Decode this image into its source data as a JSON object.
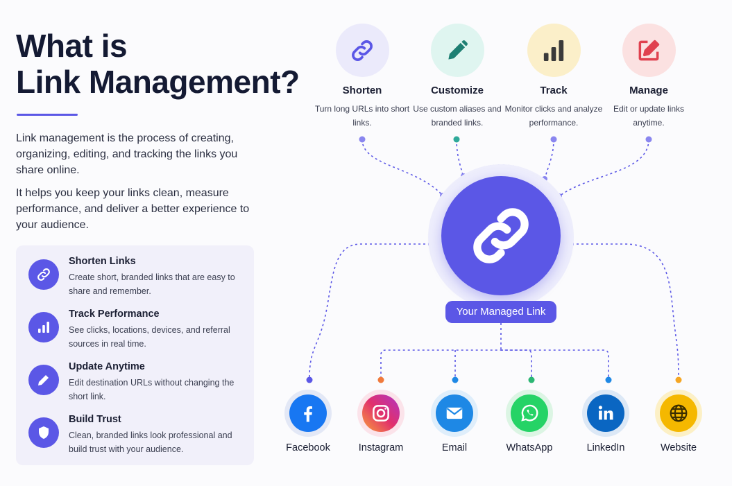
{
  "header": {
    "title_line1": "What is",
    "title_line2": "Link Management?"
  },
  "intro": {
    "paragraph1": "Link management is the process of creating, organizing, editing, and tracking the links you share online.",
    "paragraph2": "It helps you keep your links clean, measure performance, and deliver a better experience to your audience."
  },
  "features": [
    {
      "icon": "link-icon",
      "title": "Shorten Links",
      "description": "Create short, branded links that are easy to share and remember."
    },
    {
      "icon": "bar-chart-icon",
      "title": "Track Performance",
      "description": "See clicks, locations, devices, and referral sources in real time."
    },
    {
      "icon": "pencil-icon",
      "title": "Update Anytime",
      "description": "Edit destination URLs without changing the short link."
    },
    {
      "icon": "shield-icon",
      "title": "Build Trust",
      "description": "Clean, branded links look professional and build trust with your audience."
    }
  ],
  "steps": [
    {
      "icon": "link-icon",
      "title": "Shorten",
      "description": "Turn long URLs into short links.",
      "color": "#5b57e6",
      "bg": "#ebeafb"
    },
    {
      "icon": "pencil-icon",
      "title": "Customize",
      "description": "Use custom aliases and branded links.",
      "color": "#1e7f73",
      "bg": "#dff5f0"
    },
    {
      "icon": "bar-chart-icon",
      "title": "Track",
      "description": "Monitor clicks and analyze performance.",
      "color": "#3a3a3a",
      "bg": "#fbefc9"
    },
    {
      "icon": "edit-icon",
      "title": "Manage",
      "description": "Edit or update links anytime.",
      "color": "#e0414f",
      "bg": "#fbe1e1"
    }
  ],
  "hub": {
    "icon": "chain-link-icon",
    "label": "Your Managed Link",
    "color": "#5b57e6"
  },
  "channels": [
    {
      "icon": "facebook-icon",
      "label": "Facebook",
      "color": "#1877f2",
      "dot": "#5b57e6"
    },
    {
      "icon": "instagram-icon",
      "label": "Instagram",
      "color": "#e1306c",
      "dot": "#f07a3c"
    },
    {
      "icon": "email-icon",
      "label": "Email",
      "color": "#1e88e5",
      "dot": "#1e88e5"
    },
    {
      "icon": "whatsapp-icon",
      "label": "WhatsApp",
      "color": "#25d366",
      "dot": "#2bb673"
    },
    {
      "icon": "linkedin-icon",
      "label": "LinkedIn",
      "color": "#0a66c2",
      "dot": "#1e88e5"
    },
    {
      "icon": "globe-icon",
      "label": "Website",
      "color": "#f5b800",
      "dot": "#f5a623"
    }
  ]
}
